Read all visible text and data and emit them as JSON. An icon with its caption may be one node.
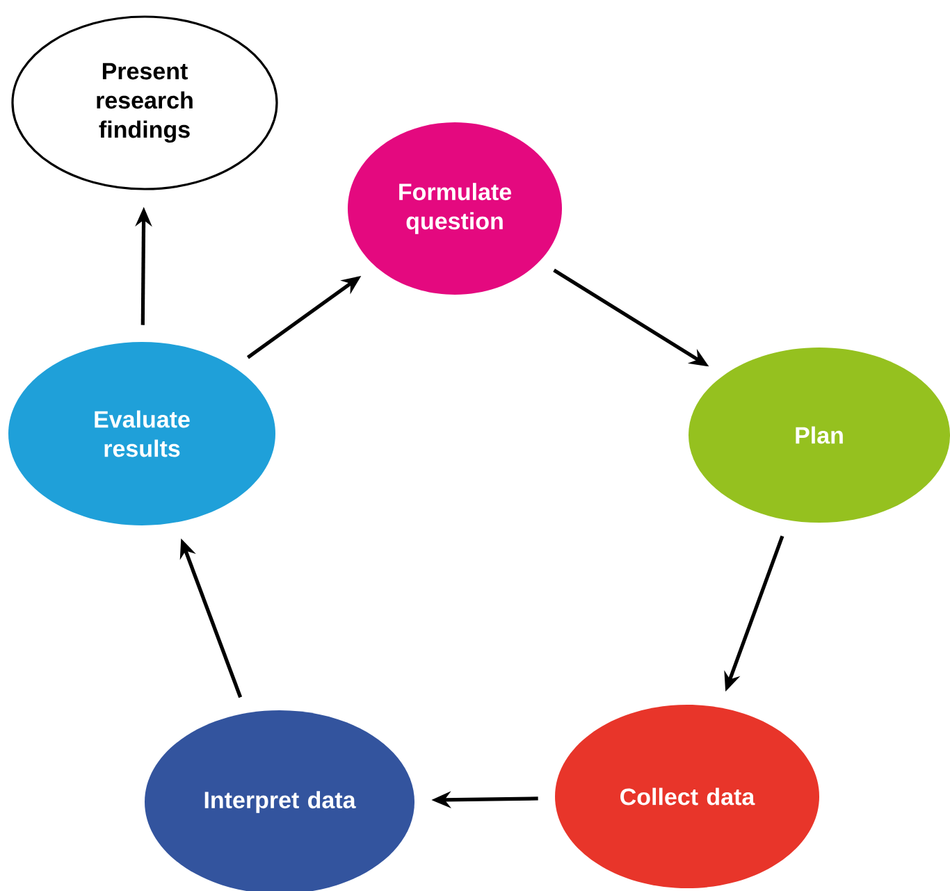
{
  "diagram": {
    "nodes": [
      {
        "text": [
          "Present research findings"
        ]
      },
      {
        "text": [
          "Formulate question"
        ]
      },
      {
        "text": [
          "Plan"
        ]
      },
      {
        "text": [
          "Collect data"
        ]
      },
      {
        "text": [
          "Interpret data"
        ]
      },
      {
        "text": [
          "Evaluate results"
        ]
      }
    ],
    "edges": [
      {
        "from": 1,
        "to": 2,
        "arrow": "to"
      },
      {
        "from": 2,
        "to": 3,
        "arrow": "to"
      },
      {
        "from": 3,
        "to": 4,
        "arrow": "to"
      },
      {
        "from": 4,
        "to": 5,
        "arrow": "to"
      },
      {
        "from": 5,
        "to": 1,
        "arrow": "to"
      },
      {
        "from": 5,
        "to": 0,
        "arrow": "to"
      }
    ]
  }
}
